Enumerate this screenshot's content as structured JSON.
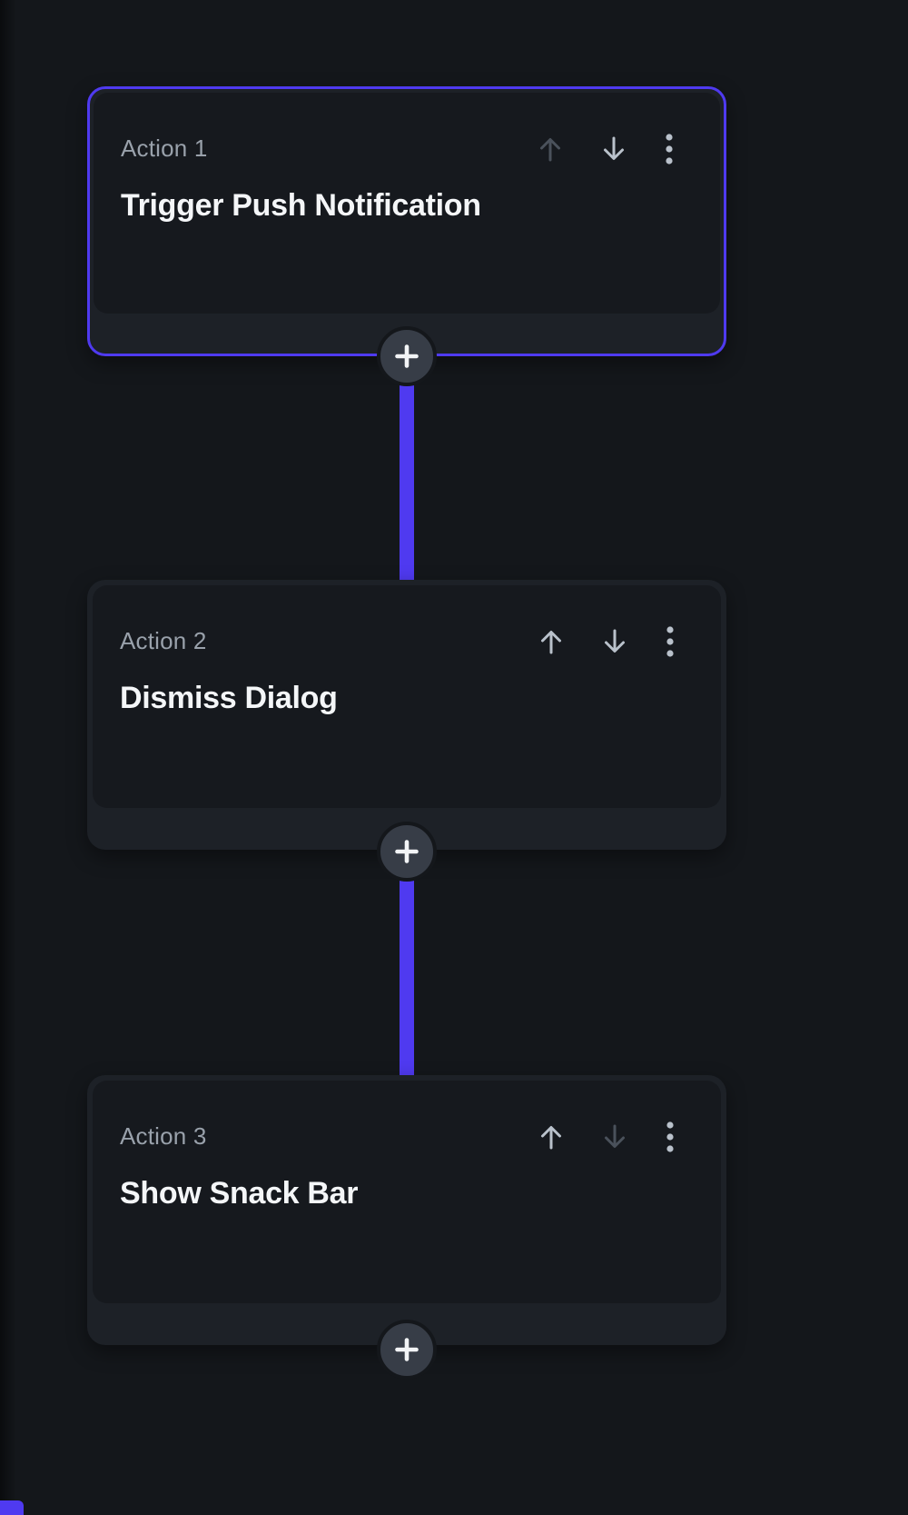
{
  "app": {
    "name": "action-flow-editor",
    "accent_color": "#4f3af0",
    "canvas_background": "#14171b",
    "node_background": "#1d2127",
    "node_inner_background": "#16191e"
  },
  "nodes": [
    {
      "label": "Action 1",
      "title": "Trigger Push Notification",
      "selected": true,
      "can_move_up": false,
      "can_move_down": true
    },
    {
      "label": "Action 2",
      "title": "Dismiss Dialog",
      "selected": false,
      "can_move_up": true,
      "can_move_down": true
    },
    {
      "label": "Action 3",
      "title": "Show Snack Bar",
      "selected": false,
      "can_move_up": true,
      "can_move_down": false
    }
  ],
  "icons": {
    "move_up": "arrow-up",
    "move_down": "arrow-down",
    "menu": "kebab-menu",
    "add": "plus"
  },
  "add_action_symbol": "+"
}
